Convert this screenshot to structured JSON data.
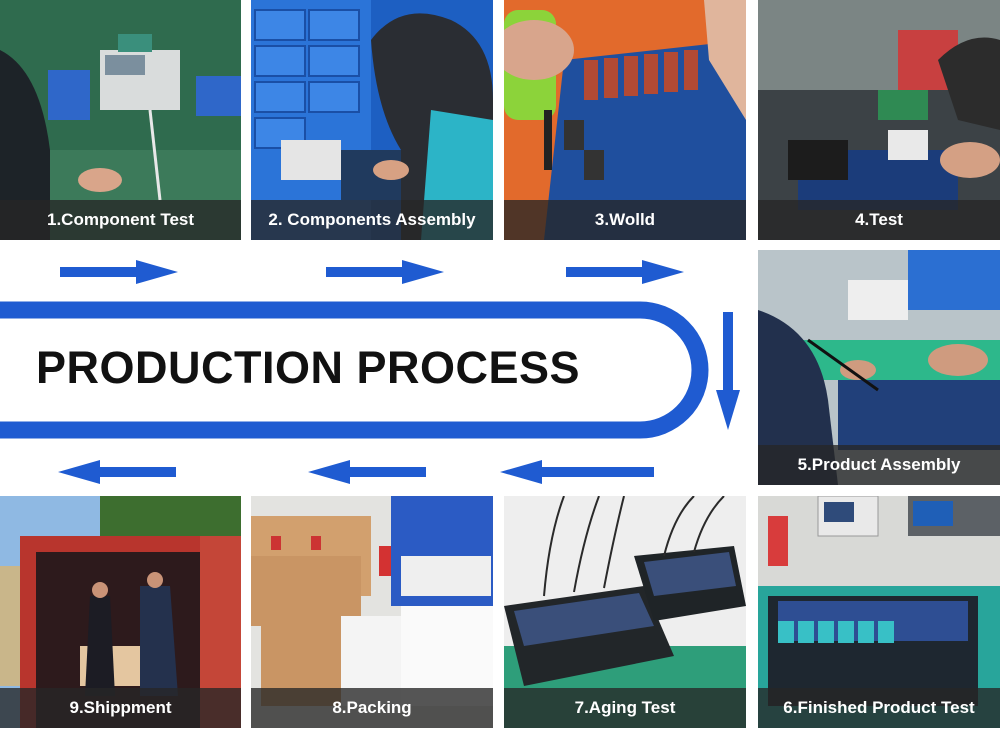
{
  "title": "PRODUCTION PROCESS",
  "colors": {
    "accent": "#1f5bd1",
    "caption_bg": "#262626",
    "caption_text": "#ffffff"
  },
  "steps": [
    {
      "label": "1.Component Test"
    },
    {
      "label": "2. Components Assembly"
    },
    {
      "label": "3.Wolld"
    },
    {
      "label": "4.Test"
    },
    {
      "label": "5.Product Assembly"
    },
    {
      "label": "6.Finished Product Test"
    },
    {
      "label": "7.Aging Test"
    },
    {
      "label": "8.Packing"
    },
    {
      "label": "9.Shippment"
    }
  ]
}
